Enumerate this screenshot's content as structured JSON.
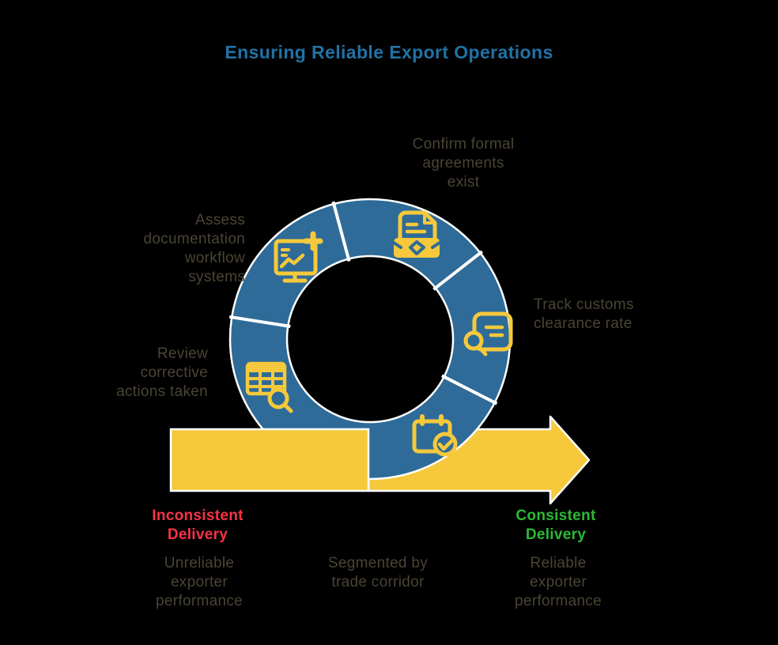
{
  "title": "Ensuring Reliable Export Operations",
  "palette": {
    "title_blue": "#2172A6",
    "ring_blue": "#2E6B98",
    "accent_yellow": "#F5C93B",
    "label_gray": "#4A4434",
    "negative_red": "#F93345",
    "positive_green": "#2BBB36",
    "divider_white": "#FFFFFF",
    "background": "#000000"
  },
  "cycle": {
    "steps": [
      {
        "label": "Confirm formal\nagreements\nexist",
        "icon": "document-handshake-icon"
      },
      {
        "label": "Track customs\nclearance rate",
        "icon": "document-search-icon"
      },
      {
        "label": "",
        "icon": "calendar-check-icon"
      },
      {
        "label": "Review\ncorrective\nactions taken",
        "icon": "table-search-icon"
      },
      {
        "label": "Assess\ndocumentation\nworkflow\nsystems",
        "icon": "monitor-chart-icon"
      }
    ]
  },
  "flow_arrow": {
    "start": {
      "heading": "Inconsistent\nDelivery",
      "subtext": "Unreliable\nexporter\nperformance"
    },
    "middle": {
      "subtext": "Segmented by\ntrade corridor"
    },
    "end": {
      "heading": "Consistent\nDelivery",
      "subtext": "Reliable\nexporter\nperformance"
    }
  }
}
